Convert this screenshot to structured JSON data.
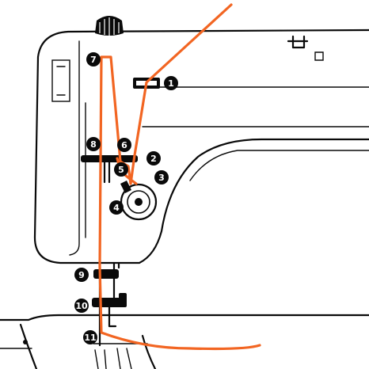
{
  "diagram": {
    "thread_color": "#f26522",
    "outline_color": "#0a0a0a",
    "steps": [
      {
        "id": "1",
        "label": "1"
      },
      {
        "id": "2",
        "label": "2"
      },
      {
        "id": "3",
        "label": "3"
      },
      {
        "id": "4",
        "label": "4"
      },
      {
        "id": "5",
        "label": "5"
      },
      {
        "id": "6",
        "label": "6"
      },
      {
        "id": "7",
        "label": "7"
      },
      {
        "id": "8",
        "label": "8"
      },
      {
        "id": "9",
        "label": "9"
      },
      {
        "id": "10",
        "label": "10"
      },
      {
        "id": "11",
        "label": "11"
      }
    ]
  }
}
